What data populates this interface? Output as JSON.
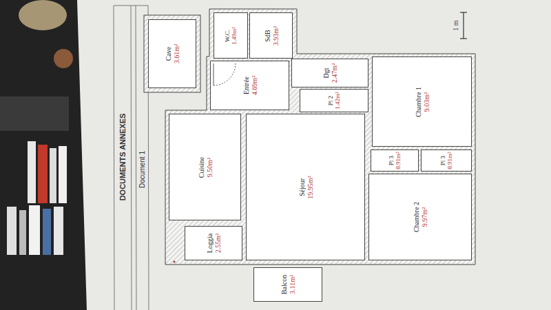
{
  "diagram": {
    "title": "DOCUMENTS ANNEXES",
    "nodes": [
      {
        "text": [
          "Cave",
          "3.61m²"
        ]
      },
      {
        "text": [
          "W.C.",
          "1.49m²"
        ]
      },
      {
        "text": [
          "SdB",
          "3.93m²"
        ]
      },
      {
        "text": [
          "Entrée",
          "4.69m²"
        ]
      },
      {
        "text": [
          "Dgt",
          "2.47m²"
        ]
      },
      {
        "text": [
          "Pl 2",
          "1.42m²"
        ]
      },
      {
        "text": [
          "Chambre 1",
          "9.03m²"
        ]
      },
      {
        "text": [
          "Cuisine",
          "9.50m²"
        ]
      },
      {
        "text": [
          "Séjour",
          "19.95m²"
        ]
      },
      {
        "text": [
          "Loggia",
          "2.55m²"
        ]
      },
      {
        "text": [
          "Balcon",
          "3.11m²"
        ]
      },
      {
        "text": [
          "Pl 3",
          "0.91m²"
        ]
      },
      {
        "text": [
          "Pl 3",
          "0.91m²"
        ]
      },
      {
        "text": [
          "Chambre 2",
          "9.97m²"
        ]
      }
    ],
    "labels": [
      "Document 1",
      "1 m"
    ]
  }
}
